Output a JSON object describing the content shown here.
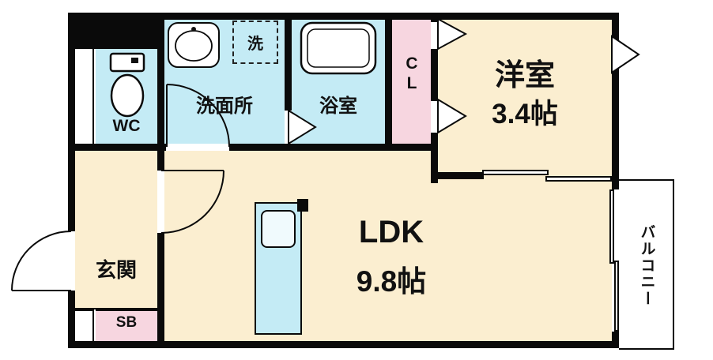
{
  "colors": {
    "wall": "#0a0a0a",
    "cream": "#fbeed0",
    "cyan": "#c4ebf5",
    "pink": "#f7d6e0",
    "ink": "#111111"
  },
  "rooms": {
    "wc": {
      "label": "WC"
    },
    "washroom": {
      "label": "洗面所"
    },
    "laundry": {
      "label": "洗"
    },
    "bathroom": {
      "label": "浴室"
    },
    "closet": {
      "label": "CL"
    },
    "western_room": {
      "label": "洋室",
      "size": "3.4帖"
    },
    "ldk": {
      "label": "LDK",
      "size": "9.8帖"
    },
    "entrance": {
      "label": "玄関"
    },
    "shoe_box": {
      "label": "SB"
    },
    "balcony": {
      "label": "バルコニー"
    }
  }
}
